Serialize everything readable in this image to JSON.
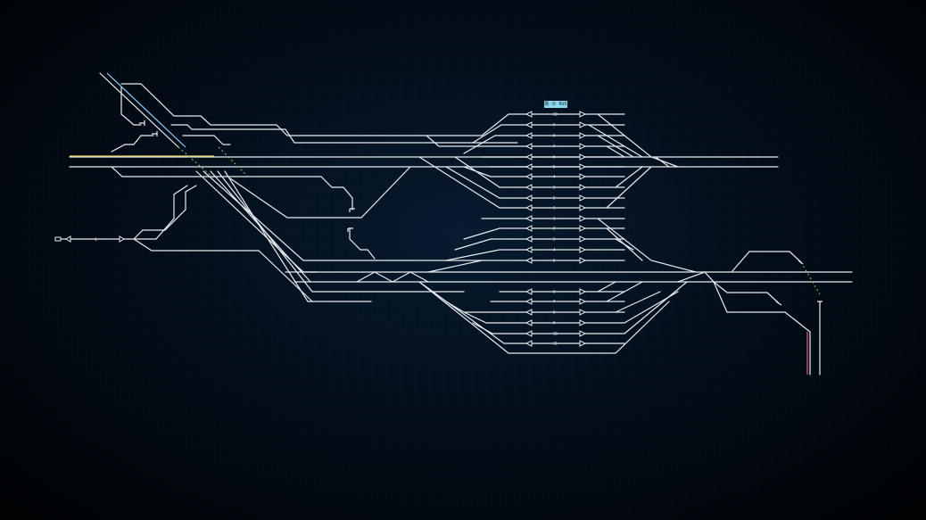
{
  "station": {
    "label": "新·沙 RUS"
  },
  "platforms_upper": [
    "10",
    "9",
    "8",
    "7",
    "6",
    "5",
    "4",
    "3",
    "2",
    "1",
    "1",
    "2",
    "3",
    "4",
    "5"
  ],
  "platforms_lower": [
    "6",
    "7",
    "8",
    "9",
    "10",
    "11"
  ],
  "entry": {
    "marker": "1"
  },
  "colors": {
    "track": "#e8ecf0",
    "highlight": "#8fd2ff",
    "route": "#6fe07a",
    "occupied": "#e0607a",
    "accent": "#e8d46a"
  }
}
